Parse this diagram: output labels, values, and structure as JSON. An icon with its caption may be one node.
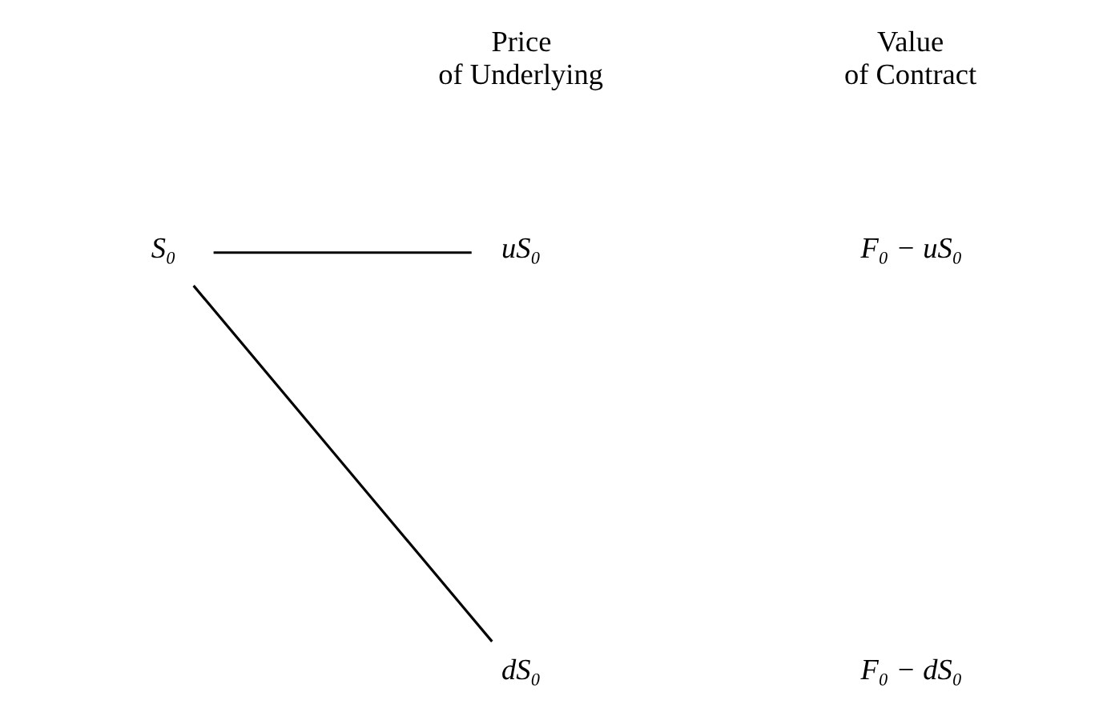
{
  "diagram": {
    "nodes": [
      {
        "text": [
          "S₀"
        ]
      },
      {
        "text": [
          "uS₀"
        ]
      },
      {
        "text": [
          "dS₀"
        ]
      }
    ],
    "edges": [
      {
        "from": 0,
        "to": 1,
        "arrow": "none"
      },
      {
        "from": 0,
        "to": 2,
        "arrow": "none"
      }
    ],
    "labels": [
      "Price of Underlying",
      "Value of Contract",
      "F₀ − uS₀",
      "F₀ − dS₀"
    ]
  }
}
